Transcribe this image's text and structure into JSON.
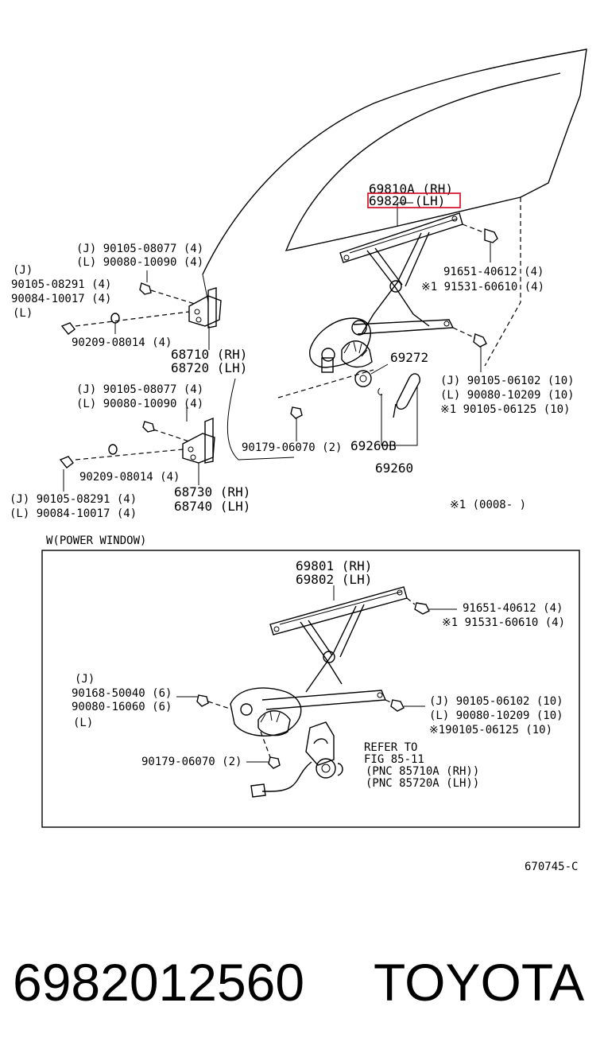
{
  "labels": {
    "l69810a": "69810A (RH)",
    "l69820": "69820  (LH)",
    "l91651a": "91651-40612 (4)",
    "l91531a": "※1 91531-60610 (4)",
    "lJ1": "(J) 90105-08077 (4)",
    "lL1": "(L) 90080-10090 (4)",
    "lJtag": "(J)",
    "l90105_08291a": "90105-08291 (4)",
    "l90084a": "90084-10017 (4)",
    "lLtag": "(L)",
    "l90209a": "90209-08014 (4)",
    "l68710": "68710 (RH)",
    "l68720": "68720 (LH)",
    "l69272": "69272",
    "lJ2": "(J) 90105-06102 (10)",
    "lL2": "(L) 90080-10209 (10)",
    "lS2": "※1 90105-06125 (10)",
    "lJ3": "(J) 90105-08077 (4)",
    "lL3": "(L) 90080-10090 (4)",
    "l90179a": "90179-06070 (2)",
    "l69260b": "69260B",
    "l69260": "69260",
    "l90209b": "90209-08014 (4)",
    "l68730": "68730 (RH)",
    "l68740": "68740 (LH)",
    "lJ4": "(J) 90105-08291 (4)",
    "lL4": "(L) 90084-10017 (4)",
    "lNote": "※1 (0008-      )",
    "lPW": "W(POWER WINDOW)",
    "l69801": "69801 (RH)",
    "l69802": "69802 (LH)",
    "l91651b": "91651-40612 (4)",
    "l91531b": "※1 91531-60610 (4)",
    "lJ5": "(J)",
    "l90168": "90168-50040 (6)",
    "l90080_16060": "90080-16060 (6)",
    "lL5": "(L)",
    "lJ6": "(J) 90105-06102 (10)",
    "lL6": "(L) 90080-10209 (10)",
    "lS6": "※190105-06125 (10)",
    "l90179b": "90179-06070 (2)",
    "lRefer1": "REFER TO",
    "lRefer2": "FIG 85-11",
    "lRefer3": "(PNC  85710A (RH))",
    "lRefer4": "(PNC  85720A (LH))"
  },
  "figure_ref": "670745-C",
  "footer": {
    "part_number": "6982012560",
    "brand": "TOYOTA"
  },
  "highlight_color": "#d0021b"
}
